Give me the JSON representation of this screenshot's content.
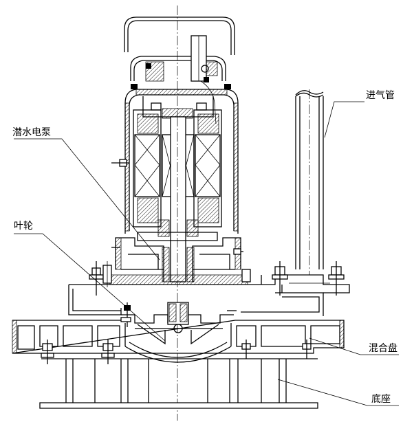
{
  "labels": {
    "air_inlet_pipe": "进气管",
    "submersible_pump": "潜水电泵",
    "impeller": "叶轮",
    "mixing_plate": "混合盘",
    "base": "底座"
  }
}
